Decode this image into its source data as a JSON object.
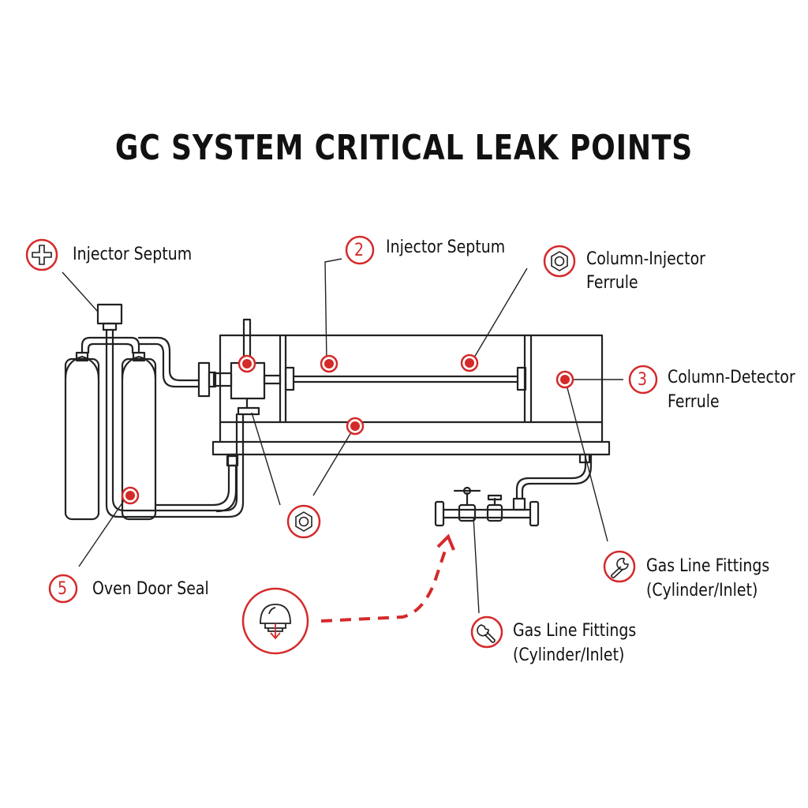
{
  "title": "GC SYSTEM CRITICAL LEAK POINTS",
  "colors": {
    "accent": "#d42a2a",
    "line": "#222222",
    "background": "#ffffff"
  },
  "callouts": [
    {
      "badge": "plus-icon",
      "label": "Injector Septum"
    },
    {
      "badge": "2",
      "label": "Injector Septum"
    },
    {
      "badge": "nut-icon",
      "label_line1": "Column-Injector",
      "label_line2": "Ferrule"
    },
    {
      "badge": "3",
      "label_line1": "Column-Detector",
      "label_line2": "Ferrule"
    },
    {
      "badge": "wrench-icon",
      "label_line1": "Gas Line Fittings",
      "label_line2": "(Cylinder/Inlet)"
    },
    {
      "badge": "wrench-icon",
      "label_line1": "Gas Line Fittings",
      "label_line2": "(Cylinder/Inlet)"
    },
    {
      "badge": "5",
      "label": "Oven Door Seal"
    },
    {
      "badge": "nut-icon"
    },
    {
      "badge": "leak-detector-icon"
    }
  ]
}
